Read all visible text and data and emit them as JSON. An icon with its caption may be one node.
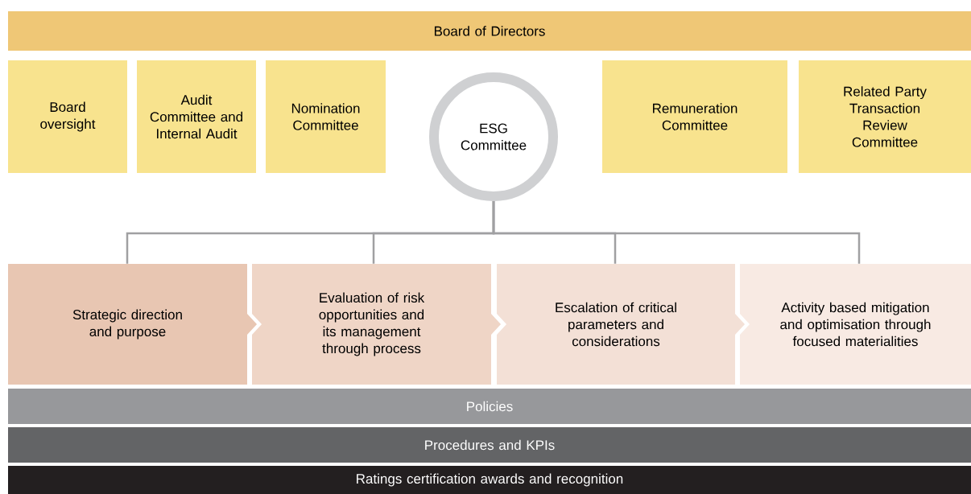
{
  "diagram": {
    "nodes": [
      {
        "text": [
          "Board of Directors"
        ]
      },
      {
        "text": [
          "Board oversight"
        ]
      },
      {
        "text": [
          "Audit Committee and Internal Audit"
        ]
      },
      {
        "text": [
          "Nomination Committee"
        ]
      },
      {
        "text": [
          "ESG Committee"
        ]
      },
      {
        "text": [
          "Remuneration Committee"
        ]
      },
      {
        "text": [
          "Related Party Transaction Review Committee"
        ]
      },
      {
        "text": [
          "Strategic direction and purpose"
        ]
      },
      {
        "text": [
          "Evaluation of risk opportunities and its management through process"
        ]
      },
      {
        "text": [
          "Escalation of critical parameters and considerations"
        ]
      },
      {
        "text": [
          "Activity based mitigation and optimisation through focused materialities"
        ]
      },
      {
        "text": [
          "Policies"
        ]
      },
      {
        "text": [
          "Procedures and KPIs"
        ]
      },
      {
        "text": [
          "Ratings certification awards and recognition"
        ]
      }
    ],
    "edges": [
      {
        "from": 4,
        "to": 7,
        "arrow": "none"
      },
      {
        "from": 4,
        "to": 8,
        "arrow": "none"
      },
      {
        "from": 4,
        "to": 9,
        "arrow": "none"
      },
      {
        "from": 4,
        "to": 10,
        "arrow": "none"
      }
    ]
  }
}
